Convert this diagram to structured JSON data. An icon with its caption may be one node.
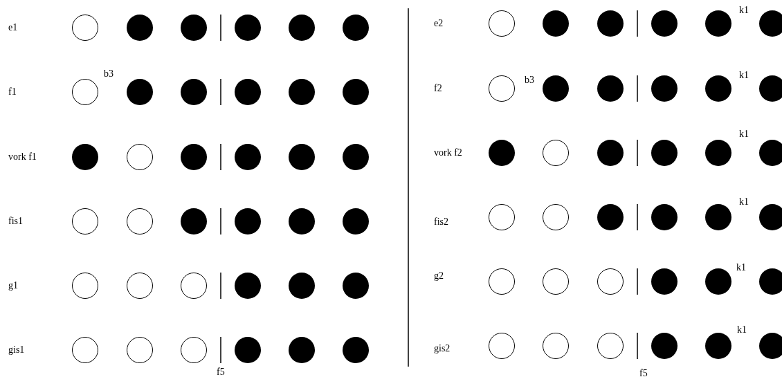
{
  "diagram": {
    "nodes": [
      {
        "text": [],
        "shape": "circle"
      },
      {
        "text": [],
        "shape": "dot"
      },
      {
        "text": [],
        "shape": "dot"
      },
      {
        "text": [],
        "shape": "dot"
      },
      {
        "text": [],
        "shape": "dot"
      },
      {
        "text": [],
        "shape": "dot"
      },
      {
        "text": [],
        "shape": "circle"
      },
      {
        "text": [],
        "shape": "dot"
      },
      {
        "text": [],
        "shape": "dot"
      },
      {
        "text": [],
        "shape": "dot"
      },
      {
        "text": [],
        "shape": "dot"
      },
      {
        "text": [],
        "shape": "dot"
      },
      {
        "text": [],
        "shape": "dot"
      },
      {
        "text": [],
        "shape": "circle"
      },
      {
        "text": [],
        "shape": "dot"
      },
      {
        "text": [],
        "shape": "dot"
      },
      {
        "text": [],
        "shape": "dot"
      },
      {
        "text": [],
        "shape": "dot"
      },
      {
        "text": [],
        "shape": "circle"
      },
      {
        "text": [],
        "shape": "circle"
      },
      {
        "text": [],
        "shape": "dot"
      },
      {
        "text": [],
        "shape": "dot"
      },
      {
        "text": [],
        "shape": "dot"
      },
      {
        "text": [],
        "shape": "dot"
      },
      {
        "text": [],
        "shape": "circle"
      },
      {
        "text": [],
        "shape": "circle"
      },
      {
        "text": [],
        "shape": "circle"
      },
      {
        "text": [],
        "shape": "dot"
      },
      {
        "text": [],
        "shape": "dot"
      },
      {
        "text": [],
        "shape": "dot"
      },
      {
        "text": [],
        "shape": "circle"
      },
      {
        "text": [],
        "shape": "circle"
      },
      {
        "text": [],
        "shape": "circle"
      },
      {
        "text": [],
        "shape": "dot"
      },
      {
        "text": [],
        "shape": "dot"
      },
      {
        "text": [],
        "shape": "dot"
      },
      {
        "text": [],
        "shape": "circle"
      },
      {
        "text": [],
        "shape": "dot"
      },
      {
        "text": [],
        "shape": "dot"
      },
      {
        "text": [],
        "shape": "dot"
      },
      {
        "text": [],
        "shape": "dot"
      },
      {
        "text": [],
        "shape": "dot"
      },
      {
        "text": [],
        "shape": "circle"
      },
      {
        "text": [],
        "shape": "dot"
      },
      {
        "text": [],
        "shape": "dot"
      },
      {
        "text": [],
        "shape": "dot"
      },
      {
        "text": [],
        "shape": "dot"
      },
      {
        "text": [],
        "shape": "dot"
      },
      {
        "text": [],
        "shape": "dot"
      },
      {
        "text": [],
        "shape": "circle"
      },
      {
        "text": [],
        "shape": "dot"
      },
      {
        "text": [],
        "shape": "dot"
      },
      {
        "text": [],
        "shape": "dot"
      },
      {
        "text": [],
        "shape": "dot"
      },
      {
        "text": [],
        "shape": "circle"
      },
      {
        "text": [],
        "shape": "circle"
      },
      {
        "text": [],
        "shape": "dot"
      },
      {
        "text": [],
        "shape": "dot"
      },
      {
        "text": [],
        "shape": "dot"
      },
      {
        "text": [],
        "shape": "dot"
      },
      {
        "text": [],
        "shape": "circle"
      },
      {
        "text": [],
        "shape": "circle"
      },
      {
        "text": [],
        "shape": "circle"
      },
      {
        "text": [],
        "shape": "dot"
      },
      {
        "text": [],
        "shape": "dot"
      },
      {
        "text": [],
        "shape": "dot"
      },
      {
        "text": [],
        "shape": "circle"
      },
      {
        "text": [],
        "shape": "circle"
      },
      {
        "text": [],
        "shape": "circle"
      },
      {
        "text": [],
        "shape": "dot"
      },
      {
        "text": [],
        "shape": "dot"
      },
      {
        "text": [],
        "shape": "dot"
      }
    ],
    "labels": [
      "e1",
      "b3",
      "f1",
      "vork f1",
      "fis1",
      "g1",
      "gis1",
      "f5",
      "k1",
      "e2",
      "k1",
      "b3",
      "f2",
      "k1",
      "vork f2",
      "k1",
      "fis2",
      "k1",
      "g2",
      "k1",
      "gis2",
      "f5"
    ]
  }
}
